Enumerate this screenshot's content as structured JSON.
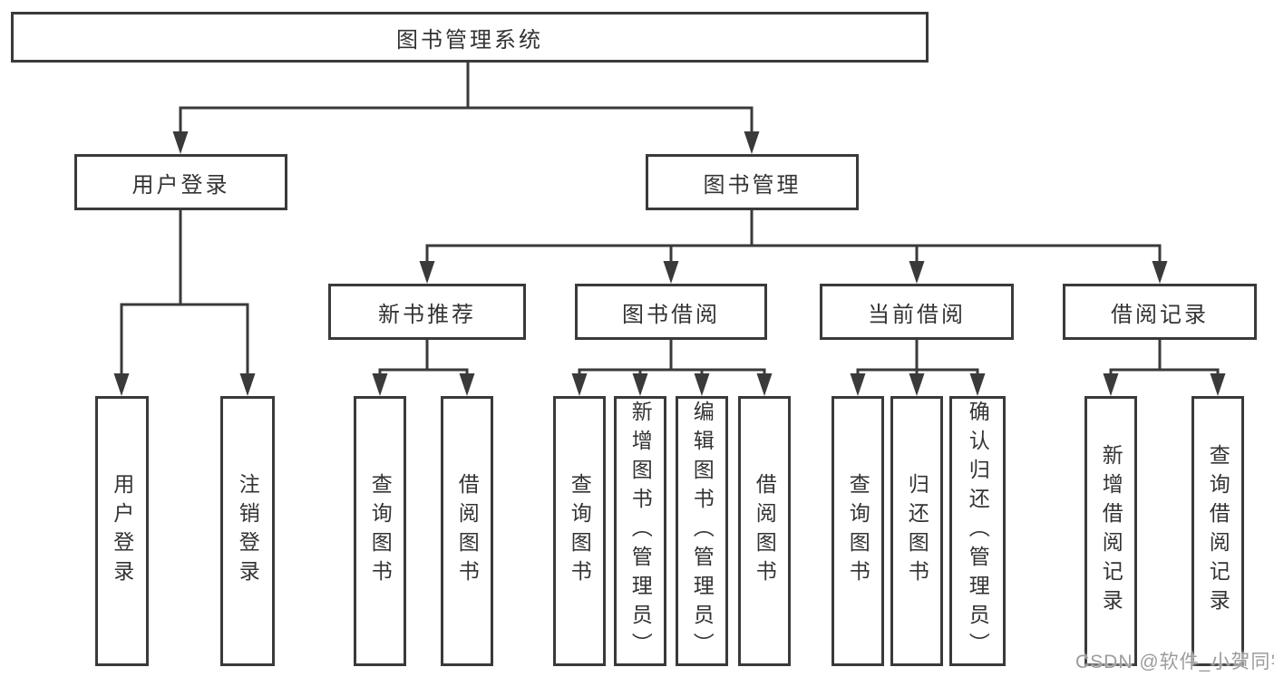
{
  "diagram": {
    "root_label": "图书管理系统",
    "branches": [
      {
        "label": "用户登录",
        "leaves": [
          "用户登录",
          "注销登录"
        ]
      },
      {
        "label": "图书管理",
        "sections": [
          {
            "label": "新书推荐",
            "leaves": [
              "查询图书",
              "借阅图书"
            ]
          },
          {
            "label": "图书借阅",
            "leaves": [
              "查询图书",
              "新增图书（管理员）",
              "编辑图书（管理员）",
              "借阅图书"
            ]
          },
          {
            "label": "当前借阅",
            "leaves": [
              "查询图书",
              "归还图书",
              "确认归还（管理员）"
            ]
          },
          {
            "label": "借阅记录",
            "leaves": [
              "新增借阅记录",
              "查询借阅记录"
            ]
          }
        ]
      }
    ]
  },
  "watermark": {
    "text": "CSDN @软件_小贺同学"
  },
  "colors": {
    "line": "#3a3a3a",
    "text": "#333333",
    "box_bg": "#ffffff",
    "background": "#ffffff",
    "watermark": "#9c9c9c"
  }
}
